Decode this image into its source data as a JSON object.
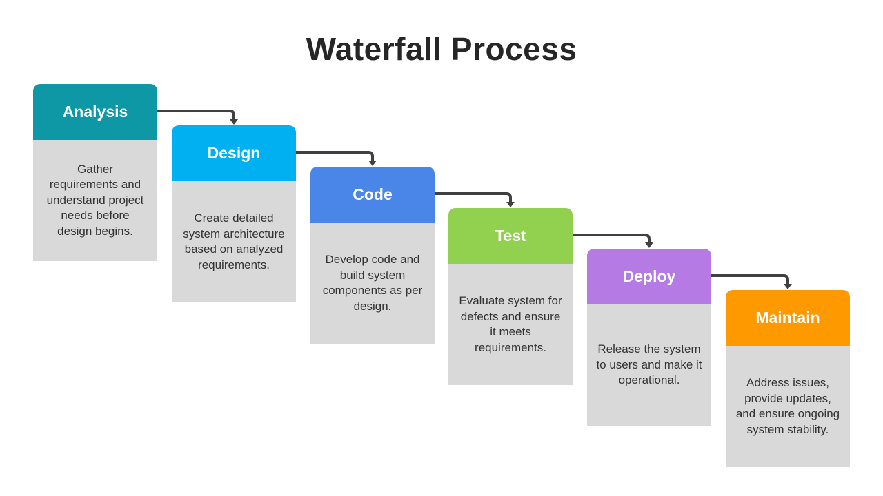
{
  "title": "Waterfall Process",
  "steps": [
    {
      "label": "Analysis",
      "description": "Gather requirements and understand project needs before design begins.",
      "color": "#0e97a4"
    },
    {
      "label": "Design",
      "description": "Create detailed system architecture based on analyzed requirements.",
      "color": "#00b0f0"
    },
    {
      "label": "Code",
      "description": "Develop code and build system components as per design.",
      "color": "#4a86e8"
    },
    {
      "label": "Test",
      "description": "Evaluate system for defects and ensure it meets requirements.",
      "color": "#92d050"
    },
    {
      "label": "Deploy",
      "description": "Release the system to users and make it operational.",
      "color": "#b57ae4"
    },
    {
      "label": "Maintain",
      "description": "Address issues, provide updates, and ensure ongoing system stability.",
      "color": "#ff9900"
    }
  ]
}
